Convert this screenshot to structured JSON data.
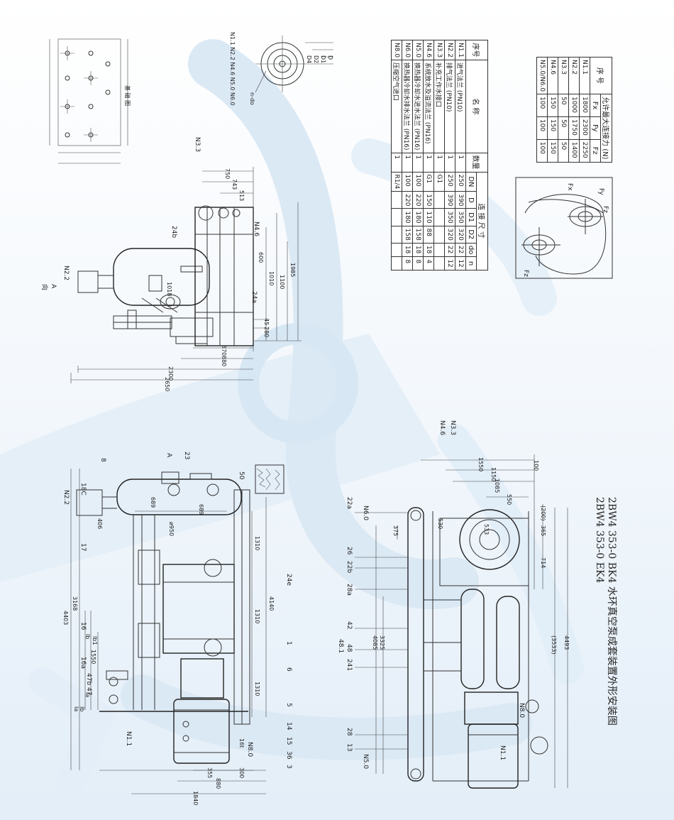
{
  "watermark_note": "",
  "title": {
    "line1": "2BW4 353-0 BK4  水环真空泵成套装置外形安装图",
    "line2": "2BW4 353-0 EK4"
  },
  "connections_table": {
    "headers": {
      "no": "序号",
      "name": "名  称",
      "qty": "数量",
      "size": "连  接  尺  寸",
      "dn": "DN",
      "d": "D",
      "d1": "D1",
      "d2": "D2",
      "do": "do",
      "n": "n"
    },
    "rows": [
      {
        "no": "N1.1",
        "name": "进气法兰 (PN10)",
        "qty": "1",
        "dn": "250",
        "d": "390",
        "d1": "350",
        "d2": "320",
        "do": "22",
        "n": "12"
      },
      {
        "no": "N2.2",
        "name": "排气法兰 (PN10)",
        "qty": "1",
        "dn": "250",
        "d": "390",
        "d1": "350",
        "d2": "320",
        "do": "22",
        "n": "12"
      },
      {
        "no": "N3.3",
        "name": "补充工作水接口",
        "qty": "1",
        "dn": "G1",
        "d": "",
        "d1": "",
        "d2": "",
        "do": "",
        "n": ""
      },
      {
        "no": "N4.6",
        "name": "系统放水及溢流法兰 (PN16)",
        "qty": "1",
        "dn": "G1",
        "d": "150",
        "d1": "110",
        "d2": "88",
        "do": "18",
        "n": "4"
      },
      {
        "no": "N5.0",
        "name": "换热器冷却水进水法兰 (PN16)",
        "qty": "1",
        "dn": "100",
        "d": "220",
        "d1": "180",
        "d2": "158",
        "do": "18",
        "n": "8"
      },
      {
        "no": "N6.0",
        "name": "换热器冷却水排水法兰 (PN16)",
        "qty": "1",
        "dn": "100",
        "d": "220",
        "d1": "180",
        "d2": "158",
        "do": "18",
        "n": "8"
      },
      {
        "no": "N8.0",
        "name": "压缩空气进口",
        "qty": "1",
        "dn": "R1/4",
        "d": "",
        "d1": "",
        "d2": "",
        "do": "",
        "n": ""
      }
    ]
  },
  "force_table": {
    "headers": {
      "no": "序  号",
      "title": "允许最大连接力 (N)",
      "fx": "Fx",
      "fy": "Fy",
      "fz": "Fz"
    },
    "rows": [
      {
        "no": "N1.1",
        "fx": "1800",
        "fy": "2300",
        "fz": "2250"
      },
      {
        "no": "N2.2",
        "fx": "1000",
        "fy": "1750",
        "fz": "1400"
      },
      {
        "no": "N3.3",
        "fx": "50",
        "fy": "50",
        "fz": "50"
      },
      {
        "no": "N4.6",
        "fx": "150",
        "fy": "150",
        "fz": "150"
      },
      {
        "no": "N5.0/N6.0",
        "fx": "100",
        "fy": "100",
        "fz": "100"
      }
    ],
    "axis_labels": {
      "fx": "Fx",
      "fy": "Fy",
      "fz": "Fz"
    }
  },
  "flange_sketch": {
    "labels": [
      "D4",
      "D2",
      "D1",
      "D",
      "n-do"
    ],
    "caption": "N1.1 N2.2 N4.6 N5.0 N6.0"
  },
  "foundation": {
    "caption": "基 础 图"
  },
  "side_view": {
    "tags": [
      "N2.2",
      "A向",
      "24b",
      "24a",
      "N4.6",
      "N3.3",
      "1018"
    ],
    "dims": [
      "750",
      "743",
      "513",
      "600",
      "1010",
      "1100",
      "1985",
      "45",
      "280",
      "870",
      "880",
      "2300",
      "2650"
    ]
  },
  "front_view": {
    "parts": [
      "8",
      "23",
      "50",
      "18C",
      "17",
      "16",
      "16a",
      "47b",
      "47",
      "24e",
      "1",
      "6",
      "5",
      "14",
      "15",
      "36",
      "3",
      "16t"
    ],
    "tags": [
      "N2.2",
      "A",
      "N1.1",
      "N8.0",
      "ø950",
      "Ib",
      "Ia",
      "Ⅰb",
      "Ⅰa",
      "Ⅰb1"
    ],
    "dims": [
      "689",
      "689",
      "406",
      "1310",
      "1310",
      "1310",
      "4140",
      "4403",
      "3168",
      "1550",
      "355",
      "300",
      "880",
      "1840"
    ]
  },
  "top_view": {
    "parts": [
      "22a",
      "26",
      "22b",
      "28a",
      "42",
      "48",
      "48.1",
      "241",
      "28",
      "13"
    ],
    "tags": [
      "N6.0",
      "N5.0",
      "N1.1",
      "N8.0",
      "N4.6",
      "N3.3"
    ],
    "dims": [
      "100",
      "1550",
      "1150",
      "1085",
      "550",
      "530",
      "533",
      "(200)",
      "365",
      "714",
      "375",
      "4085",
      "3325",
      "(3533)",
      "4493"
    ]
  }
}
